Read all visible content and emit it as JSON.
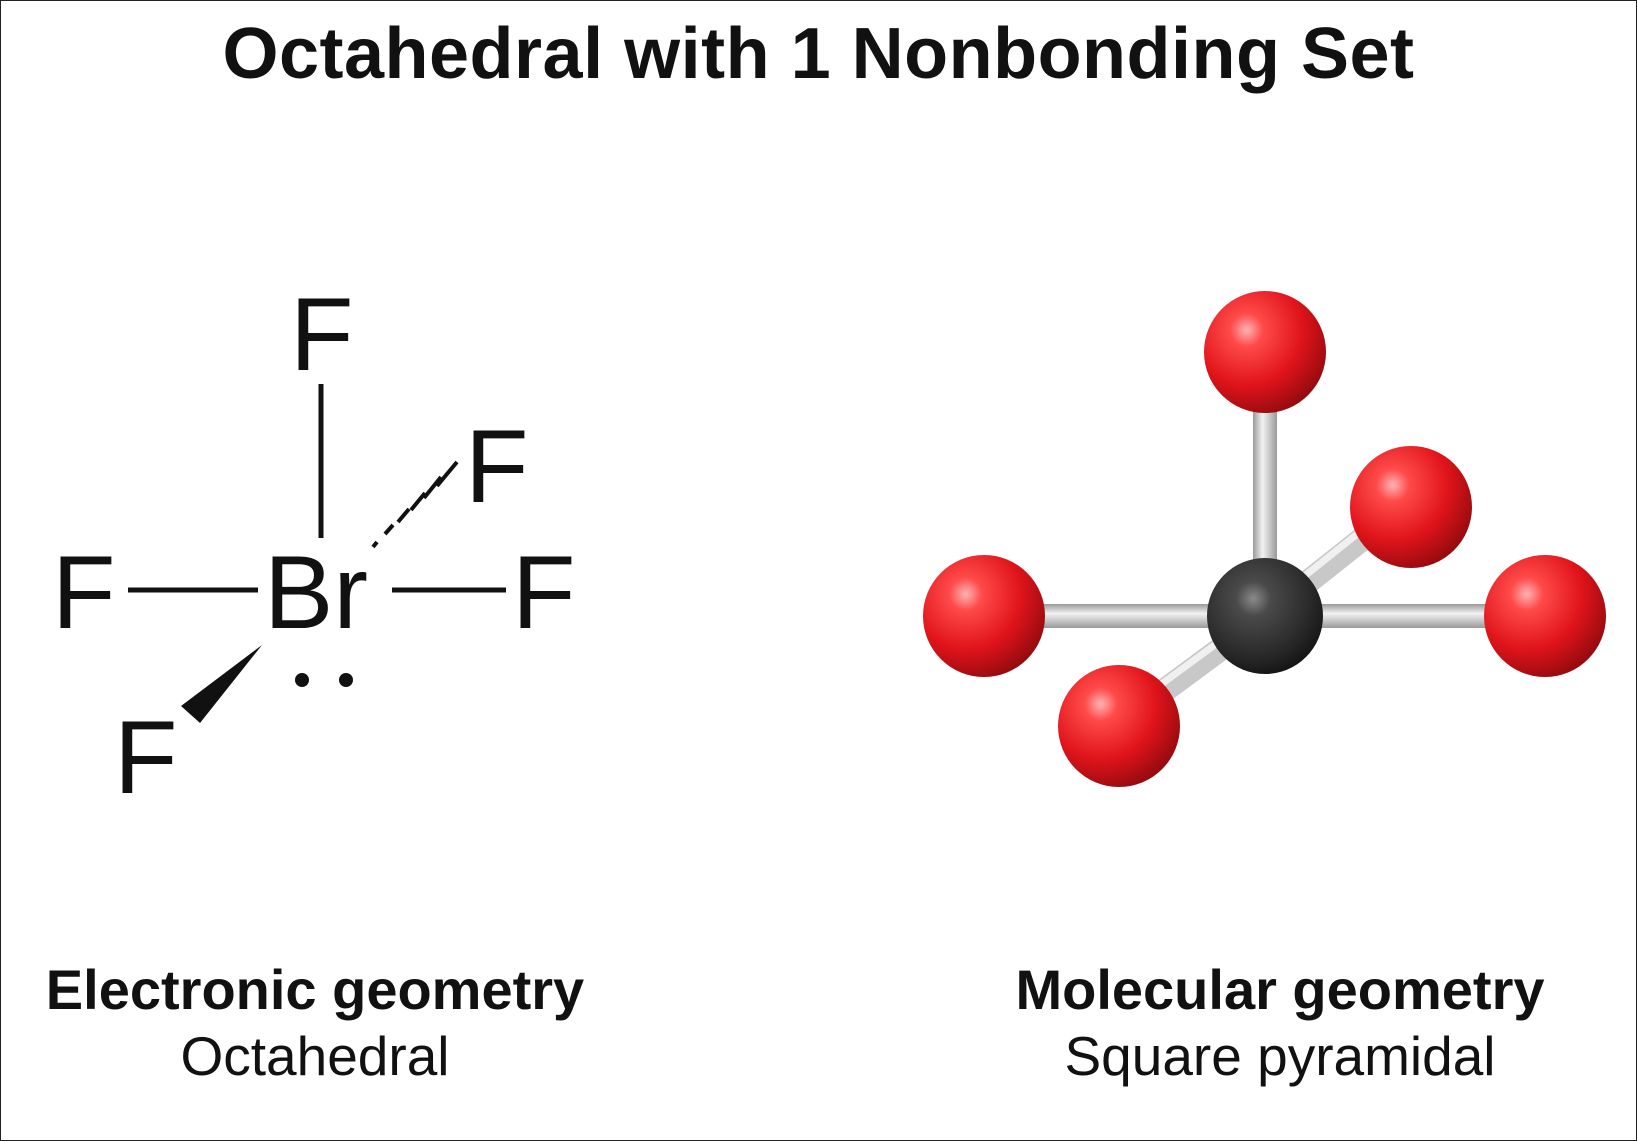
{
  "title": "Octahedral with 1 Nonbonding Set",
  "lewis_structure": {
    "central_atom": "Br",
    "top_atom": "F",
    "left_atom": "F",
    "right_atom": "F",
    "back_atom": "F",
    "front_atom": "F"
  },
  "ball_and_stick": {
    "central_color": "#2b2b2b",
    "ligand_color": "#e0141b",
    "bond_color": "#c8c8c8"
  },
  "electronic": {
    "heading": "Electronic geometry",
    "value": "Octahedral"
  },
  "molecular": {
    "heading": "Molecular geometry",
    "value": "Square pyramidal"
  }
}
